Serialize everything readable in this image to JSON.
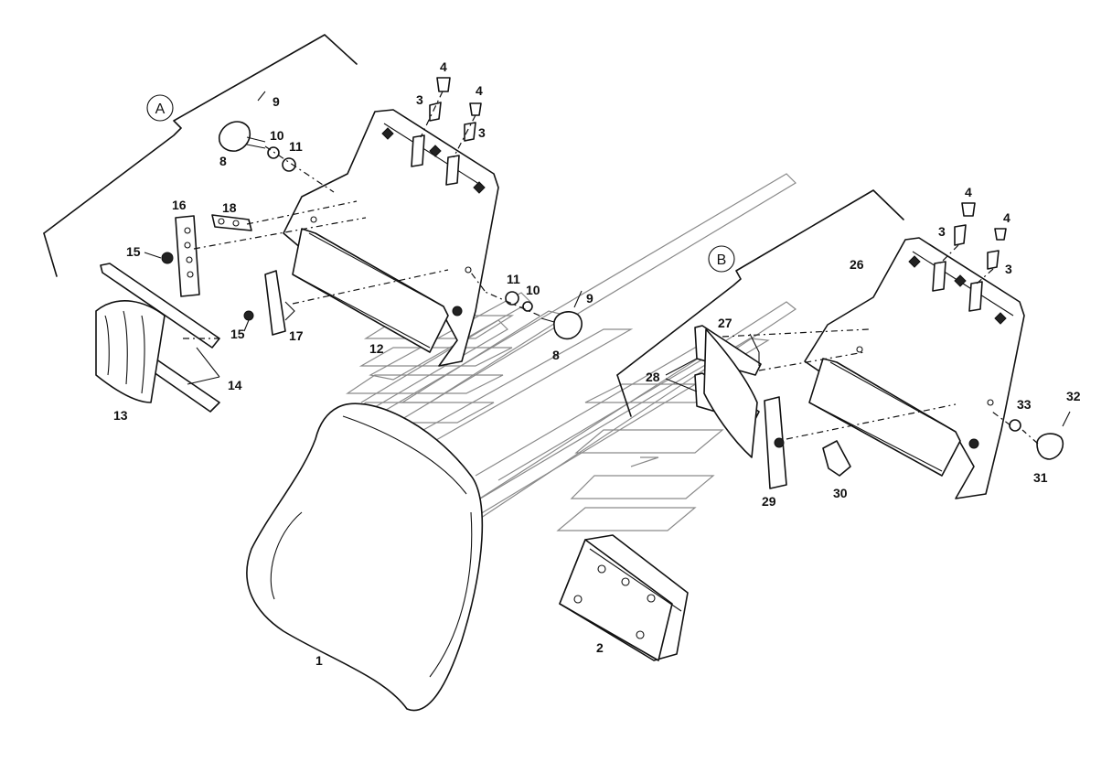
{
  "diagram": {
    "view_labels": {
      "a": "A",
      "b": "B"
    },
    "callouts": {
      "p1": "1",
      "p2": "2",
      "p3a": "3",
      "p3b": "3",
      "p3c": "3",
      "p3d": "3",
      "p4a": "4",
      "p4b": "4",
      "p4c": "4",
      "p4d": "4",
      "p8a": "8",
      "p8b": "8",
      "p9a": "9",
      "p9b": "9",
      "p10a": "10",
      "p10b": "10",
      "p11a": "11",
      "p11b": "11",
      "p12": "12",
      "p13": "13",
      "p14": "14",
      "p15a": "15",
      "p15b": "15",
      "p16": "16",
      "p17": "17",
      "p18": "18",
      "p26": "26",
      "p27": "27",
      "p28": "28",
      "p29": "29",
      "p30": "30",
      "p31": "31",
      "p32": "32",
      "p33": "33"
    },
    "colors": {
      "ink": "#111111",
      "watermark": "#8a8a8a",
      "background": "#ffffff"
    }
  }
}
